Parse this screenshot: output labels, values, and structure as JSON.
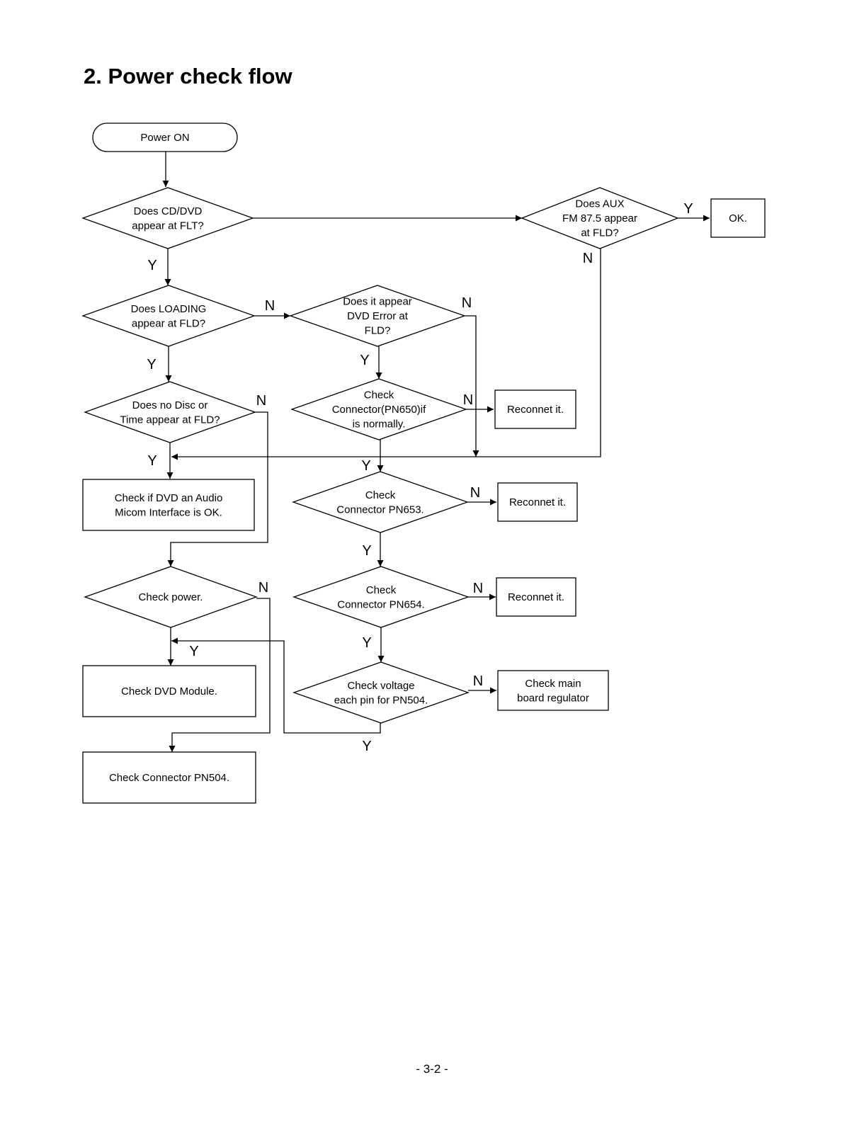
{
  "title": "2. Power check flow",
  "page_number": "- 3-2 -",
  "nodes": [
    {
      "id": "power-on",
      "shape": "terminal",
      "lines": [
        "Power ON"
      ]
    },
    {
      "id": "cd-dvd",
      "shape": "decision",
      "lines": [
        "Does CD/DVD",
        "appear at FLT?"
      ]
    },
    {
      "id": "aux-fm",
      "shape": "decision",
      "lines": [
        "Does AUX",
        "FM 87.5 appear",
        "at FLD?"
      ]
    },
    {
      "id": "ok",
      "shape": "process",
      "lines": [
        "OK."
      ]
    },
    {
      "id": "loading",
      "shape": "decision",
      "lines": [
        "Does LOADING",
        "appear at FLD?"
      ]
    },
    {
      "id": "dvd-error",
      "shape": "decision",
      "lines": [
        "Does it appear",
        "DVD Error at",
        "FLD?"
      ]
    },
    {
      "id": "no-disc",
      "shape": "decision",
      "lines": [
        "Does no Disc or",
        "Time appear at FLD?"
      ]
    },
    {
      "id": "pn650",
      "shape": "decision",
      "lines": [
        "Check",
        "Connector(PN650)if",
        "is normally."
      ]
    },
    {
      "id": "reconnect-1",
      "shape": "process",
      "lines": [
        "Reconnet it."
      ]
    },
    {
      "id": "micom",
      "shape": "process",
      "lines": [
        "Check if DVD an Audio",
        "Micom Interface is OK."
      ]
    },
    {
      "id": "pn653",
      "shape": "decision",
      "lines": [
        "Check",
        "Connector PN653."
      ]
    },
    {
      "id": "reconnect-2",
      "shape": "process",
      "lines": [
        "Reconnet it."
      ]
    },
    {
      "id": "check-power",
      "shape": "decision",
      "lines": [
        "Check power."
      ]
    },
    {
      "id": "pn654",
      "shape": "decision",
      "lines": [
        "Check",
        "Connector PN654."
      ]
    },
    {
      "id": "reconnect-3",
      "shape": "process",
      "lines": [
        "Reconnet it."
      ]
    },
    {
      "id": "dvd-module",
      "shape": "process",
      "lines": [
        "Check DVD Module."
      ]
    },
    {
      "id": "pn504-voltage",
      "shape": "decision",
      "lines": [
        "Check voltage",
        "each pin for PN504."
      ]
    },
    {
      "id": "regulator",
      "shape": "process",
      "lines": [
        "Check main",
        "board regulator"
      ]
    },
    {
      "id": "connector-pn504",
      "shape": "process",
      "lines": [
        "Check Connector PN504."
      ]
    }
  ],
  "edges": [
    {
      "from": "power-on",
      "to": "cd-dvd",
      "label": ""
    },
    {
      "from": "cd-dvd",
      "to": "aux-fm",
      "label": ""
    },
    {
      "from": "aux-fm",
      "to": "ok",
      "label": "Y"
    },
    {
      "from": "aux-fm",
      "to": "micom",
      "label": "N"
    },
    {
      "from": "cd-dvd",
      "to": "loading",
      "label": "Y"
    },
    {
      "from": "loading",
      "to": "dvd-error",
      "label": "N"
    },
    {
      "from": "dvd-error",
      "to": "micom",
      "label": "N"
    },
    {
      "from": "loading",
      "to": "no-disc",
      "label": "Y"
    },
    {
      "from": "dvd-error",
      "to": "pn650",
      "label": "Y"
    },
    {
      "from": "pn650",
      "to": "reconnect-1",
      "label": "N"
    },
    {
      "from": "no-disc",
      "to": "micom",
      "label": "Y"
    },
    {
      "from": "no-disc",
      "to": "check-power",
      "label": "N"
    },
    {
      "from": "pn650",
      "to": "pn653",
      "label": "Y"
    },
    {
      "from": "pn653",
      "to": "reconnect-2",
      "label": "N"
    },
    {
      "from": "pn653",
      "to": "pn654",
      "label": "Y"
    },
    {
      "from": "pn654",
      "to": "reconnect-3",
      "label": "N"
    },
    {
      "from": "check-power",
      "to": "dvd-module",
      "label": "Y"
    },
    {
      "from": "check-power",
      "to": "connector-pn504",
      "label": "N"
    },
    {
      "from": "pn654",
      "to": "pn504-voltage",
      "label": "Y"
    },
    {
      "from": "pn504-voltage",
      "to": "regulator",
      "label": "N"
    },
    {
      "from": "pn504-voltage",
      "to": "dvd-module",
      "label": "Y"
    }
  ]
}
